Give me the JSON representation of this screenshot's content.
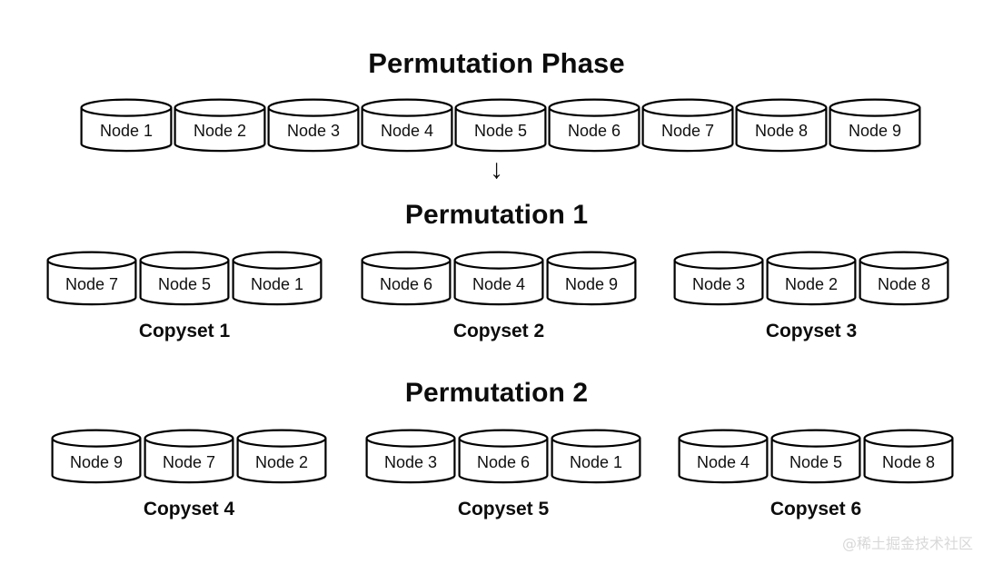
{
  "diagram": {
    "title": "Permutation Phase",
    "arrow_glyph": "↓",
    "background": "#ffffff",
    "stroke_color": "#000000",
    "text_color": "#0c0c0c"
  },
  "node_row": {
    "nodes": [
      "Node 1",
      "Node 2",
      "Node 3",
      "Node 4",
      "Node 5",
      "Node 6",
      "Node 7",
      "Node 8",
      "Node 9"
    ]
  },
  "permutations": [
    {
      "title": "Permutation 1",
      "copysets": [
        {
          "label": "Copyset 1",
          "nodes": [
            "Node 7",
            "Node 5",
            "Node 1"
          ]
        },
        {
          "label": "Copyset 2",
          "nodes": [
            "Node 6",
            "Node 4",
            "Node 9"
          ]
        },
        {
          "label": "Copyset 3",
          "nodes": [
            "Node 3",
            "Node 2",
            "Node 8"
          ]
        }
      ]
    },
    {
      "title": "Permutation 2",
      "copysets": [
        {
          "label": "Copyset 4",
          "nodes": [
            "Node 9",
            "Node 7",
            "Node 2"
          ]
        },
        {
          "label": "Copyset 5",
          "nodes": [
            "Node 3",
            "Node 6",
            "Node 1"
          ]
        },
        {
          "label": "Copyset 6",
          "nodes": [
            "Node 4",
            "Node 5",
            "Node 8"
          ]
        }
      ]
    }
  ],
  "watermark": {
    "text": "@稀土掘金技术社区",
    "color": "#d8d8d8"
  }
}
